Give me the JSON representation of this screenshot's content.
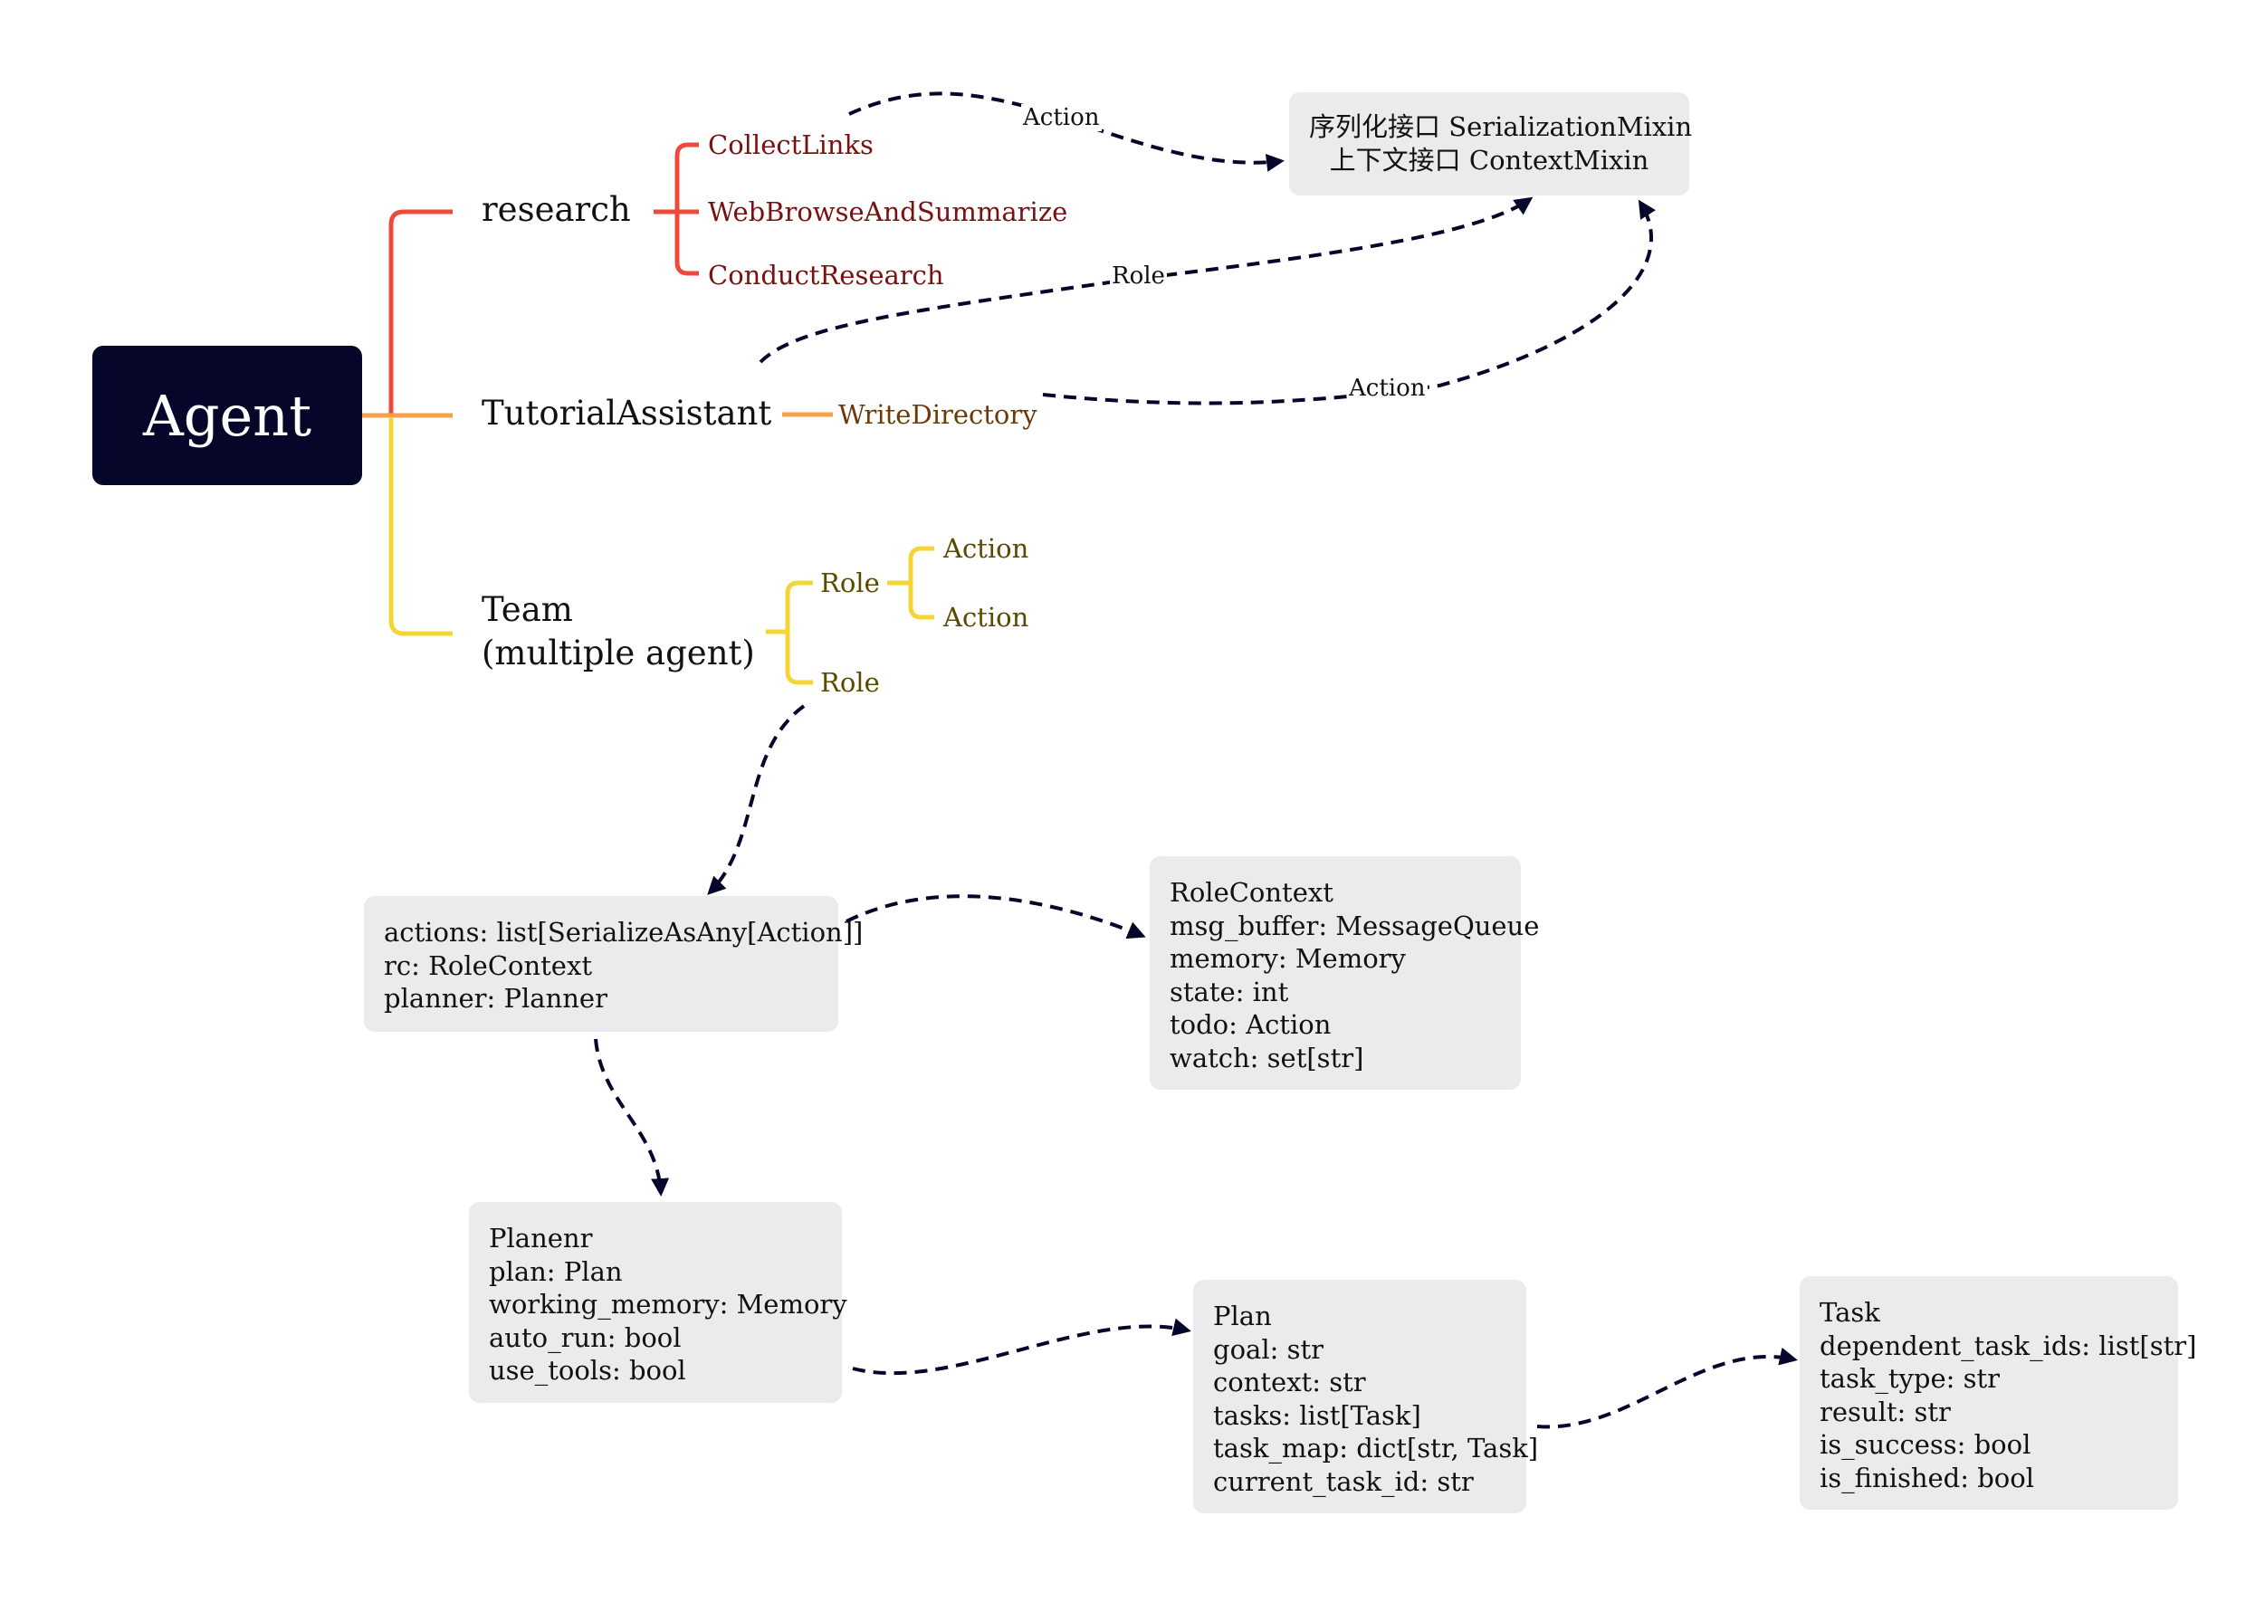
{
  "root": {
    "label": "Agent"
  },
  "branches": [
    {
      "label": "research",
      "children": [
        "CollectLinks",
        "WebBrowseAndSummarize",
        "ConductResearch"
      ]
    },
    {
      "label": "TutorialAssistant",
      "children": [
        "WriteDirectory"
      ]
    },
    {
      "label_lines": [
        "Team",
        "(multiple agent)"
      ],
      "roles": [
        {
          "label": "Role",
          "children": [
            "Action",
            "Action"
          ]
        },
        {
          "label": "Role"
        }
      ]
    }
  ],
  "edge_labels": [
    "Action",
    "Role",
    "Action"
  ],
  "boxes": {
    "mixin": [
      "序列化接口 SerializationMixin",
      "上下文接口 ContextMixin"
    ],
    "role_fields": [
      "actions: list[SerializeAsAny[Action]]",
      "rc: RoleContext",
      "planner: Planner"
    ],
    "role_context": [
      "RoleContext",
      "msg_buffer: MessageQueue",
      "memory: Memory",
      "state: int",
      "todo: Action",
      "watch: set[str]"
    ],
    "planner": [
      "Planenr",
      "plan: Plan",
      "working_memory: Memory",
      "auto_run: bool",
      "use_tools: bool"
    ],
    "plan": [
      "Plan",
      "goal: str",
      "context: str",
      "tasks: list[Task]",
      "task_map: dict[str, Task]",
      "current_task_id: str"
    ],
    "task": [
      "Task",
      "dependent_task_ids: list[str]",
      "task_type: str",
      "result: str",
      "is_success: bool",
      "is_finished: bool"
    ]
  },
  "colors": {
    "research": "#ee4a3c",
    "tutorial": "#f6a04b",
    "team": "#f5d535",
    "root_bg": "#05062a",
    "box_bg": "#ebeaed",
    "arrow": "#05062a"
  }
}
